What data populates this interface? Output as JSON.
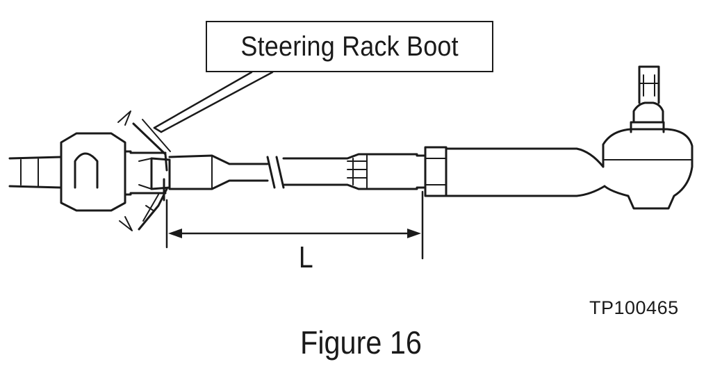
{
  "callout": {
    "label": "Steering Rack Boot"
  },
  "dimension": {
    "label": "L"
  },
  "part_code": "TP100465",
  "caption": "Figure 16",
  "colors": {
    "line": "#1a1a1a",
    "background": "#ffffff"
  }
}
